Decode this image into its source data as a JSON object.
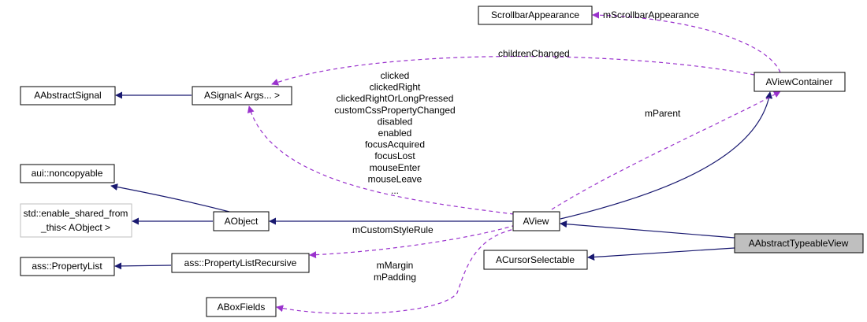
{
  "colors": {
    "inheritance_edge": "#191970",
    "usage_edge": "#9a32cd",
    "node_border": "#000000",
    "muted_border": "#bfbfbf",
    "highlight_fill": "#bfbfbf"
  },
  "nodes": {
    "scrollbar_appearance": "ScrollbarAppearance",
    "aview_container": "AViewContainer",
    "aabstract_signal": "AAbstractSignal",
    "asignal": "ASignal< Args... >",
    "aui_noncopyable": "aui::noncopyable",
    "enable_shared_line1": "std::enable_shared_from",
    "enable_shared_line2": "_this< AObject >",
    "aobject": "AObject",
    "aview": "AView",
    "aabstract_typeable_view": "AAbstractTypeableView",
    "ass_property_list": "ass::PropertyList",
    "ass_property_list_recursive": "ass::PropertyListRecursive",
    "acursor_selectable": "ACursorSelectable",
    "abox_fields": "ABoxFields"
  },
  "edge_labels": {
    "scrollbar": "mScrollbarAppearance",
    "children_changed": "childrenChanged",
    "signals": [
      "clicked",
      "clickedRight",
      "clickedRightOrLongPressed",
      "customCssPropertyChanged",
      "disabled",
      "enabled",
      "focusAcquired",
      "focusLost",
      "mouseEnter",
      "mouseLeave",
      "..."
    ],
    "parent": "mParent",
    "custom_style_rule": "mCustomStyleRule",
    "margin": "mMargin",
    "padding": "mPadding"
  }
}
